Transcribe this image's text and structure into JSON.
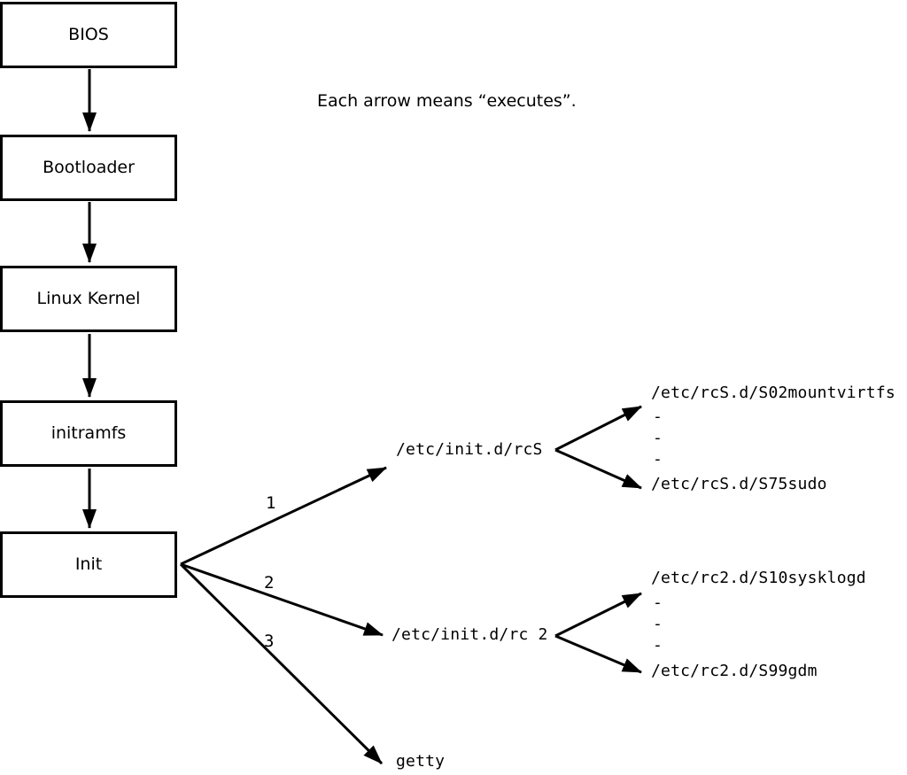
{
  "diagram": {
    "title_note": "Each arrow means “executes”.",
    "colors": {
      "line": "#000000",
      "background": "#ffffff",
      "box_fill": "#ffffff",
      "text": "#000000"
    },
    "chain": [
      {
        "label": "BIOS"
      },
      {
        "label": "Bootloader"
      },
      {
        "label": "Linux Kernel"
      },
      {
        "label": "initramfs"
      },
      {
        "label": "Init"
      }
    ],
    "branches": [
      {
        "order": "1",
        "target": "/etc/init.d/rcS",
        "children": [
          "/etc/rcS.d/S02mountvirtfs",
          "-",
          "-",
          "-",
          "/etc/rcS.d/S75sudo"
        ]
      },
      {
        "order": "2",
        "target": "/etc/init.d/rc 2",
        "children": [
          "/etc/rc2.d/S10sysklogd",
          "-",
          "-",
          "-",
          "/etc/rc2.d/S99gdm"
        ]
      },
      {
        "order": "3",
        "target": "getty",
        "children": []
      }
    ]
  }
}
